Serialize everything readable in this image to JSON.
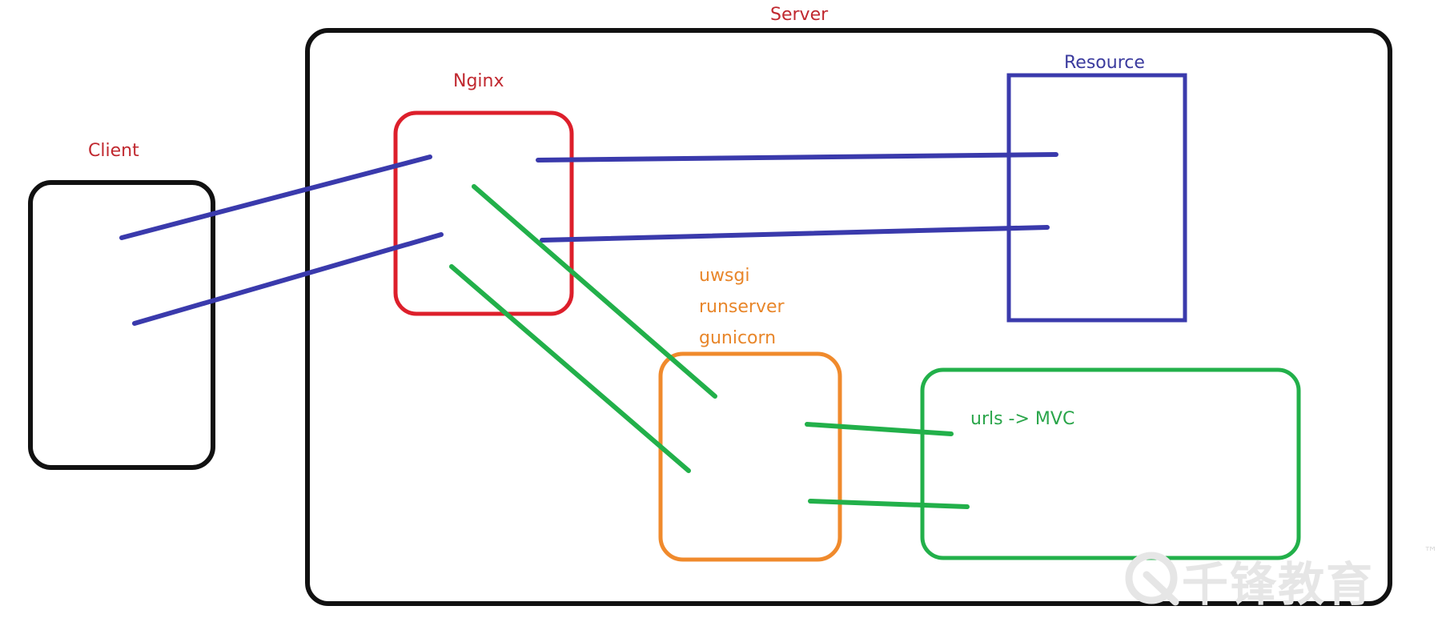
{
  "labels": {
    "server": "Server",
    "client": "Client",
    "nginx": "Nginx",
    "resource": "Resource",
    "app_servers": [
      "uwsgi",
      "runserver",
      "gunicorn"
    ],
    "app": "urls -> MVC"
  },
  "watermark": {
    "text": "千锋教育",
    "tm": "™"
  },
  "colors": {
    "server": "#111111",
    "client": "#111111",
    "nginx": "#dd1f2b",
    "resource": "#3a3aac",
    "app_server": "#f08a2c",
    "app": "#22b04a",
    "label_red": "#c0282f",
    "label_blue": "#3b3b9e",
    "label_orange": "#e8862a",
    "label_green": "#2aa54a",
    "watermark": "#e6e6e6"
  }
}
